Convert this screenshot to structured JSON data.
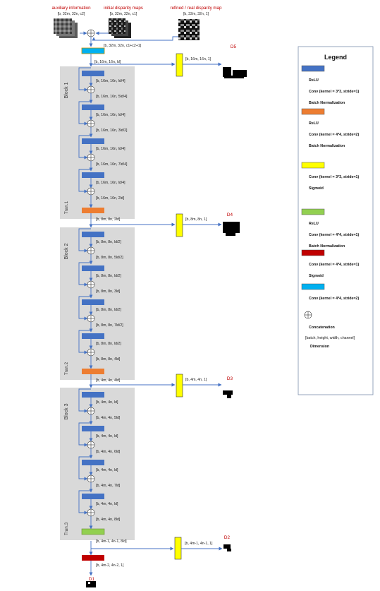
{
  "inputs": {
    "aux_title": "auxiliary information",
    "aux_dim": "[b, 32m, 32n, c2]",
    "init_title": "initial disparity maps",
    "init_dim": "[b, 32m, 32n, c1]",
    "ref_title": "refined / real disparity map",
    "ref_dim": "[b, 32m, 32n, 1]"
  },
  "top": {
    "concat_dim": "[b, 32m, 32n, c1+c2+1]",
    "stem_dim": "[b, 16m, 16n, ld]"
  },
  "blocks": [
    {
      "label": "Block 1",
      "tran": "Tran.1",
      "dims": [
        "[b, 16m, 16n, ld/4]",
        "[b, 16m, 16n, 5ld/4]",
        "[b, 16m, 16n, ld/4]",
        "[b, 16m, 16n, 3ld/2]",
        "[b, 16m, 16n, ld/4]",
        "[b, 16m, 16n, 7ld/4]",
        "[b, 16m, 16n, ld/4]",
        "[b, 16m, 16n, 2ld]"
      ],
      "out_dim": "[b, 8m, 8n, 2ld]",
      "side_dim": "[b, 16m, 16n, 1]",
      "side_label": "D5"
    },
    {
      "label": "Block 2",
      "tran": "Tran.2",
      "dims": [
        "[b, 8m, 8n, ld/2]",
        "[b, 8m, 8n, 5ld/2]",
        "[b, 8m, 8n, ld/2]",
        "[b, 8m, 8n, 3ld]",
        "[b, 8m, 8n, ld/2]",
        "[b, 8m, 8n, 7ld/2]",
        "[b, 8m, 8n, ld/2]",
        "[b, 8m, 8n, 4ld]"
      ],
      "out_dim": "[b, 4m, 4n, 4ld]",
      "side_dim": "[b, 8m, 8n, 1]",
      "side_label": "D4"
    },
    {
      "label": "Block 3",
      "tran": "Tran.3",
      "dims": [
        "[b, 4m, 4n, ld]",
        "[b, 4m, 4n, 5ld]",
        "[b, 4m, 4n, ld]",
        "[b, 4m, 4n, 6ld]",
        "[b, 4m, 4n, ld]",
        "[b, 4m, 4n, 7ld]",
        "[b, 4m, 4n, ld]",
        "[b, 4m, 4n, 8ld]"
      ],
      "out_dim": "[b, 4m-1, 4n-1, 8ld]",
      "side_dim": "[b, 4m, 4n, 1]",
      "side_label": "D3"
    }
  ],
  "bottom": {
    "side_dim": "[b, 4m-1, 4n-1, 1]",
    "side_label": "D2",
    "final_dim": "[b, 4m-2, 4n-2, 1]",
    "final_label": "D1"
  },
  "legend": {
    "title": "Legend",
    "items": [
      {
        "color": "#4472c4",
        "lines": [
          "ReLU",
          "Conv (kernel = 3*3, stride=1)",
          "Batch Normalization"
        ]
      },
      {
        "color": "#ed7d31",
        "lines": [
          "ReLU",
          "Conv (kernel = 4*4, stride=2)",
          "Batch Normalization"
        ]
      },
      {
        "color": "#ffff00",
        "lines": [
          "Conv (kernel = 3*3, stride=1)",
          "Sigmoid"
        ]
      },
      {
        "color": "#92d050",
        "lines": [
          "ReLU",
          "Conv (kernel = 4*4, stride=1)",
          "Batch Normalization"
        ]
      },
      {
        "color": "#c00000",
        "lines": [
          "Conv (kernel = 4*4, stride=1)",
          "Sigmoid"
        ]
      },
      {
        "color": "#00b0f0",
        "lines": [
          "Conv (kernel = 4*4, stride=2)"
        ]
      }
    ],
    "concat_label": "Concatenation",
    "dim_format": "[batch, height, width, channel]",
    "dim_label": "Dimension"
  },
  "colors": {
    "blue": "#4472c4",
    "orange": "#ed7d31",
    "yellow": "#ffff00",
    "green": "#92d050",
    "red": "#c00000",
    "cyan": "#00b0f0",
    "block_bg": "#d9d9d9",
    "arrow": "#4472c4"
  }
}
